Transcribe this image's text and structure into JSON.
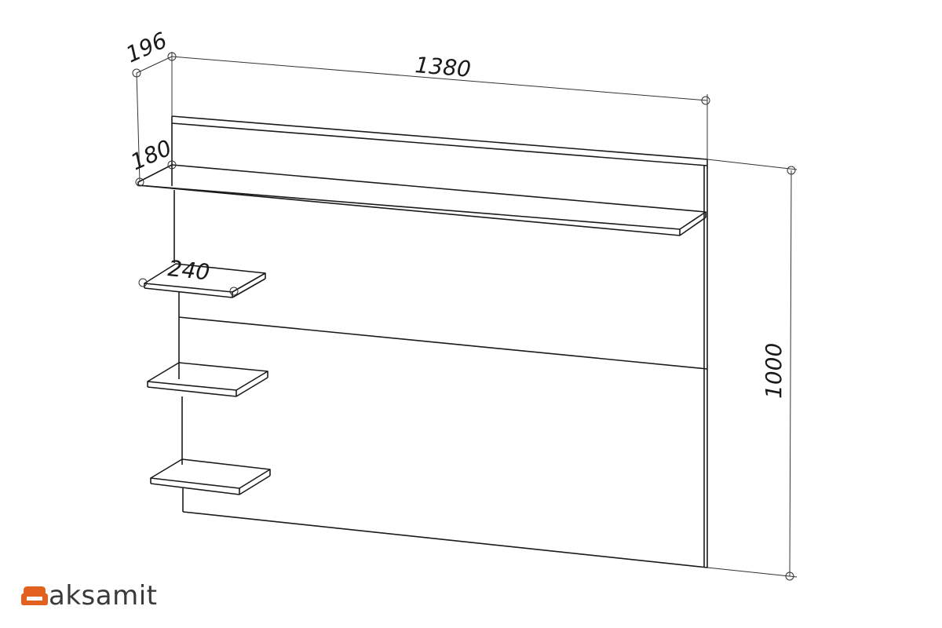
{
  "dimensions": {
    "width": "1380",
    "height": "1000",
    "depth_top": "196",
    "depth_shelf": "180",
    "depth_small_shelf": "240"
  },
  "brand": {
    "name": "aksamit",
    "accent_color": "#e2611f",
    "logo_icon": "sofa-icon"
  },
  "colors": {
    "line": "#1a1a1a",
    "background": "#ffffff"
  }
}
